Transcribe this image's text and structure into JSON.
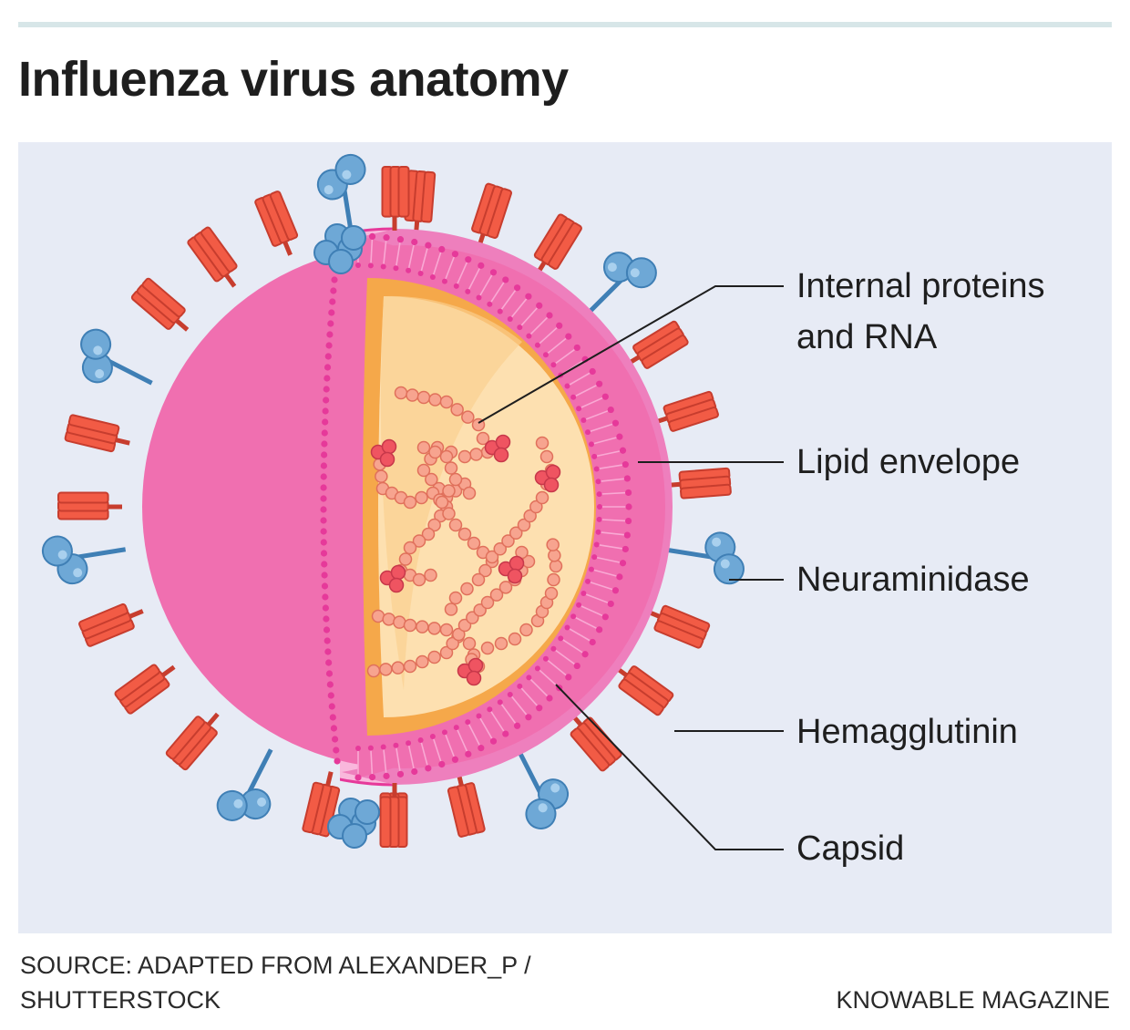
{
  "title": "Influenza virus anatomy",
  "labels": {
    "internal": [
      "Internal proteins",
      "and RNA"
    ],
    "lipid": "Lipid envelope",
    "neuraminidase": "Neuraminidase",
    "hemagglutinin": "Hemagglutinin",
    "capsid": "Capsid"
  },
  "footer": {
    "source_line1": "SOURCE: ADAPTED FROM ALEXANDER_P /",
    "source_line2": "SHUTTERSTOCK",
    "brand": "KNOWABLE MAGAZINE"
  },
  "colors": {
    "panel": "#e7ebf5",
    "envelope_outer": "#f9b8dc",
    "envelope_band": "#f06fb0",
    "envelope_dots": "#e6399a",
    "capsid_ring": "#f5a84a",
    "capsid_fill": "#fde0b0",
    "rna": "#f7a48f",
    "rna_proteins": "#ef5461",
    "hemagglutinin": "#f25b45",
    "hemagglutinin_edge": "#c73d2e",
    "neuraminidase": "#6ea8d6",
    "neuraminidase_edge": "#3f7fb5"
  }
}
